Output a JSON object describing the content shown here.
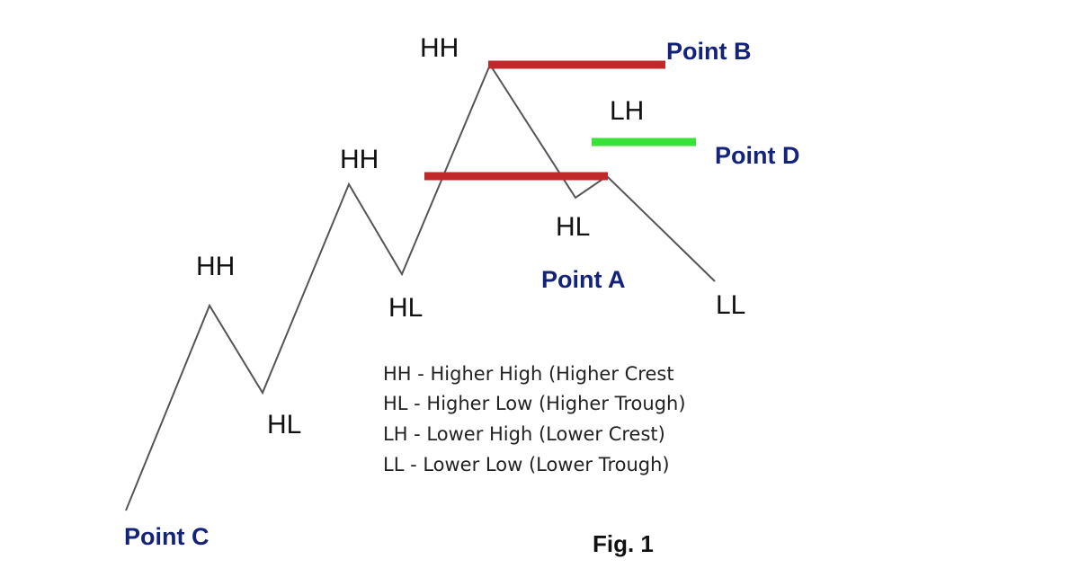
{
  "colors": {
    "price_line": "#555555",
    "red_level": "#c0282a",
    "green_level": "#39e23a",
    "point_label": "#14237a"
  },
  "swing_labels": {
    "hh1": "HH",
    "hl1": "HL",
    "hh2": "HH",
    "hl2": "HL",
    "hh3": "HH",
    "hl3": "HL",
    "lh": "LH",
    "ll": "LL"
  },
  "points": {
    "a": "Point A",
    "b": "Point B",
    "c": "Point C",
    "d": "Point D"
  },
  "legend": [
    "HH - Higher High (Higher Crest",
    "HL - Higher Low (Higher Trough)",
    "LH - Lower High (Lower Crest)",
    "LL - Lower Low (Lower Trough)"
  ],
  "figure_caption": "Fig. 1"
}
